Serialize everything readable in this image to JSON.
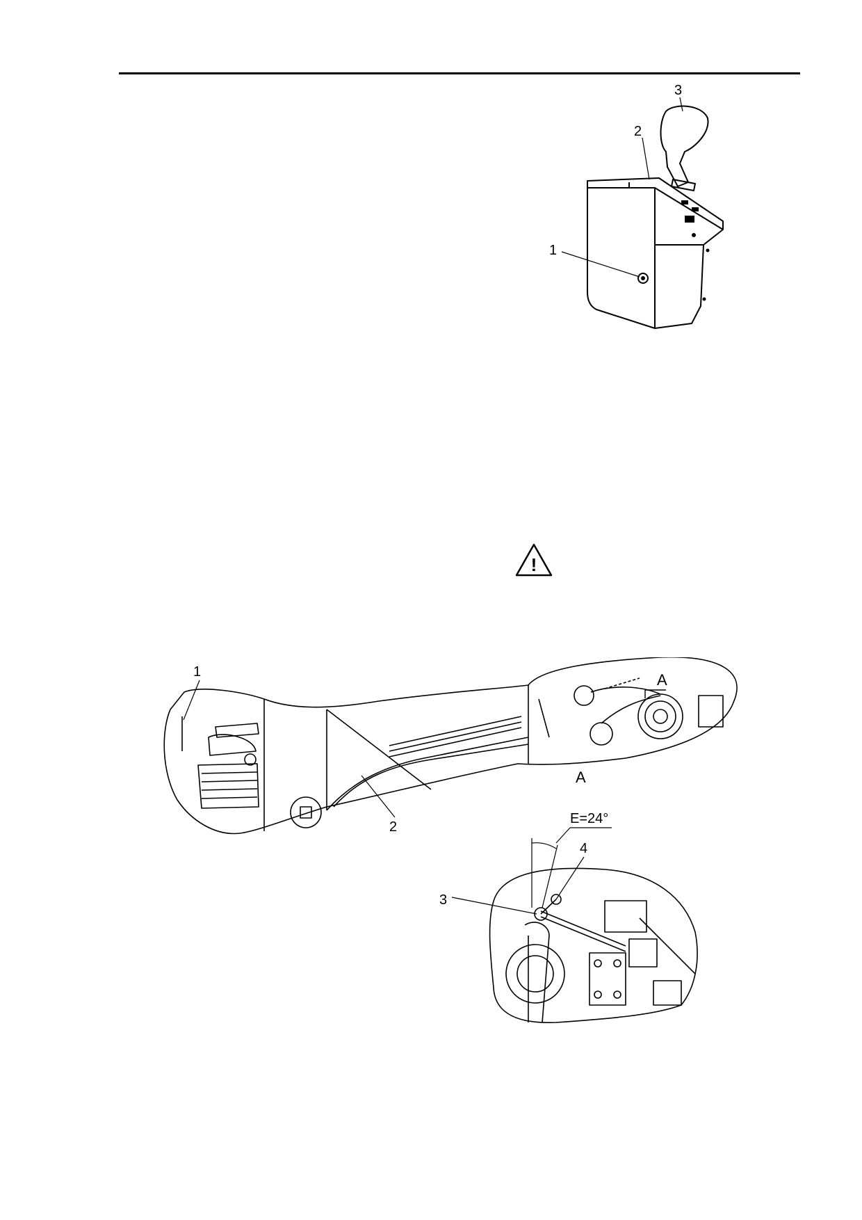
{
  "figure_top": {
    "callouts": [
      "1",
      "2",
      "3"
    ]
  },
  "warning": {
    "icon": "warning-triangle-icon",
    "symbol": "!"
  },
  "figure_bottom": {
    "callouts": [
      "1",
      "2",
      "3",
      "4"
    ],
    "view_label": "A",
    "detail_label": "A",
    "angle_label": "E=24°"
  }
}
